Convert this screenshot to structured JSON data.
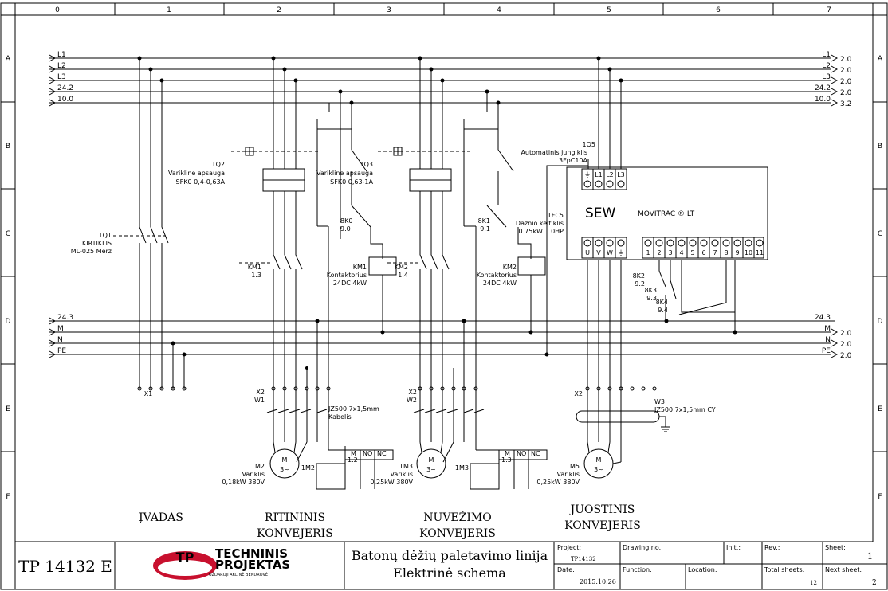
{
  "frame": {
    "columns": [
      "0",
      "1",
      "2",
      "3",
      "4",
      "5",
      "6",
      "7"
    ],
    "rows": [
      "A",
      "B",
      "C",
      "D",
      "E",
      "F"
    ]
  },
  "buses_top": {
    "left": [
      "L1",
      "L2",
      "L3",
      "24.2",
      "10.0"
    ],
    "right": [
      "L1",
      "L2",
      "L3",
      "24.2",
      "10.0"
    ],
    "refs": [
      "2.0",
      "2.0",
      "2.0",
      "2.0",
      "3.2"
    ]
  },
  "buses_bottom": {
    "left": [
      "24.3",
      "M",
      "N",
      "PE"
    ],
    "right": [
      "24.3",
      "M",
      "N",
      "PE"
    ],
    "refs": [
      "2.0",
      "2.0",
      "2.0"
    ]
  },
  "components": {
    "q1_tag": "1Q1",
    "q1_name": "KIRTIKLIS",
    "q1_model": "ML-025 Merz",
    "q2_tag": "1Q2",
    "q2_name": "Varikline apsauga",
    "q2_model": "SFK0 0,4-0,63A",
    "q3_tag": "1Q3",
    "q3_name": "Varikline apsauga",
    "q3_model": "SFK0 0,63-1A",
    "q5_tag": "1Q5",
    "q5_name": "Automatinis jungiklis",
    "q5_model": "3FpC10A",
    "fc5_tag": "1FC5",
    "fc5_name": "Daznio keitiklis",
    "fc5_model": "0.75kW 1.0HP",
    "k0_tag": "8K0",
    "k0_ref": "9.0",
    "k1_tag": "8K1",
    "k1_ref": "9.1",
    "km1_tag": "KM1",
    "km1_ref": "1.3",
    "km2_tag": "KM2",
    "km2_ref": "1.4",
    "km1_coil_tag": "KM1",
    "km1_coil_name": "Kontaktorius",
    "km1_coil_model": "24DC 4kW",
    "km2_coil_tag": "KM2",
    "km2_coil_name": "Kontaktorius",
    "km2_coil_model": "24DC 4kW",
    "k2_tag": "8K2",
    "k2_ref": "9.2",
    "k3_tag": "8K3",
    "k3_ref": "9.3",
    "k4_tag": "8K4",
    "k4_ref": "9.4",
    "sew_brand": "SEW",
    "sew_model": "MOVITRAC ® LT",
    "sew_top_terms": [
      "⏚",
      "L1",
      "L2",
      "L3"
    ],
    "sew_out_terms": [
      "U",
      "V",
      "W",
      "⏚"
    ],
    "sew_ctrl_terms": [
      "1",
      "2",
      "3",
      "4",
      "5",
      "6",
      "7",
      "8",
      "9",
      "10",
      "11"
    ],
    "m2_tag": "1M2",
    "m2_name": "Variklis",
    "m2_spec": "0,18kW 380V",
    "m3_tag": "1M3",
    "m3_name": "Variklis",
    "m3_spec": "0,25kW 380V",
    "m5_tag": "1M5",
    "m5_name": "Variklis",
    "m5_spec": "0,25kW 380V",
    "cable_w1": "JZ500 7x1,5mm",
    "cable_w1_kind": "Kabelis",
    "cable_w3": "JZ500 7x1,5mm CY",
    "w3_tag": "W3",
    "motor_symbol": "M",
    "motor_phase": "3~",
    "tb_x1": "X1",
    "tb_x2a": "X2",
    "tb_x2b": "X2",
    "tb_x2c": "X2",
    "w1": "W1",
    "w2": "W2",
    "m2_contacts": [
      "M",
      "NO",
      "NC",
      "1.2"
    ],
    "m3_contacts": [
      "M",
      "NO",
      "NC",
      "1.3"
    ]
  },
  "sections": {
    "ivadas": "ĮVADAS",
    "ritininis_1": "RITININIS",
    "ritininis_2": "KONVEJERIS",
    "nuvezimo_1": "NUVEŽIMO",
    "nuvezimo_2": "KONVEJERIS",
    "juostinis_1": "JUOSTINIS",
    "juostinis_2": "KONVEJERIS"
  },
  "title_block": {
    "drawing_code": "TP 14132 E",
    "logo_main": "TECHNINIS",
    "logo_main2": "PROJEKTAS",
    "logo_sub": "UŽDAROJI AKCINĖ BENDROVĖ",
    "logo_mark": "TP",
    "title_line1": "Batonų dėžių paletavimo linija",
    "title_line2": "Elektrinė schema",
    "project_label": "Project:",
    "project_value": "TP14132",
    "drawing_no_label": "Drawing no.:",
    "init_label": "Init.:",
    "rev_label": "Rev.:",
    "sheet_label": "Sheet:",
    "sheet_value": "1",
    "date_label": "Date:",
    "date_value": "2015.10.26",
    "function_label": "Function:",
    "location_label": "Location:",
    "total_sheets_label": "Total sheets:",
    "total_sheets_value": "12",
    "next_sheet_label": "Next sheet:",
    "next_sheet_value": "2"
  }
}
